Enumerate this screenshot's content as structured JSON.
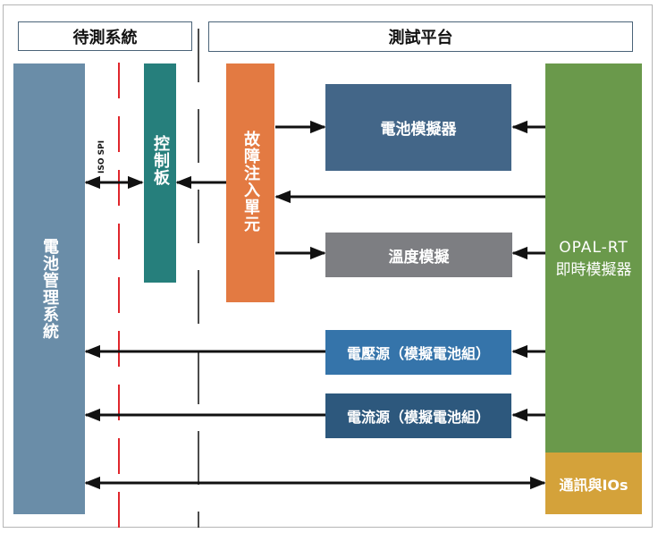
{
  "headers": {
    "dut": "待測系統",
    "platform": "測試平台"
  },
  "blocks": {
    "bms": "電池管理系統",
    "control_board": "控制板",
    "fault_injection": "故障注入單元",
    "battery_simulator": "電池模擬器",
    "temperature_sim": "溫度模擬",
    "voltage_source": "電壓源（模擬電池組）",
    "current_source": "電流源（模擬電池組）",
    "opal_rt_line1": "OPAL-RT",
    "opal_rt_line2": "即時模擬器",
    "comm_io": "通訊與IOs"
  },
  "labels": {
    "iso_spi": "ISO SPI"
  },
  "colors": {
    "bms": "#6a8da8",
    "control_board": "#267f7c",
    "fault_injection": "#e37a42",
    "battery_simulator": "#436688",
    "temperature_sim": "#7d7e82",
    "voltage_source": "#3574aa",
    "current_source": "#2d587d",
    "opal_rt": "#6a994b",
    "comm_io": "#d4a23a",
    "isolation_line": "#e0262c"
  }
}
